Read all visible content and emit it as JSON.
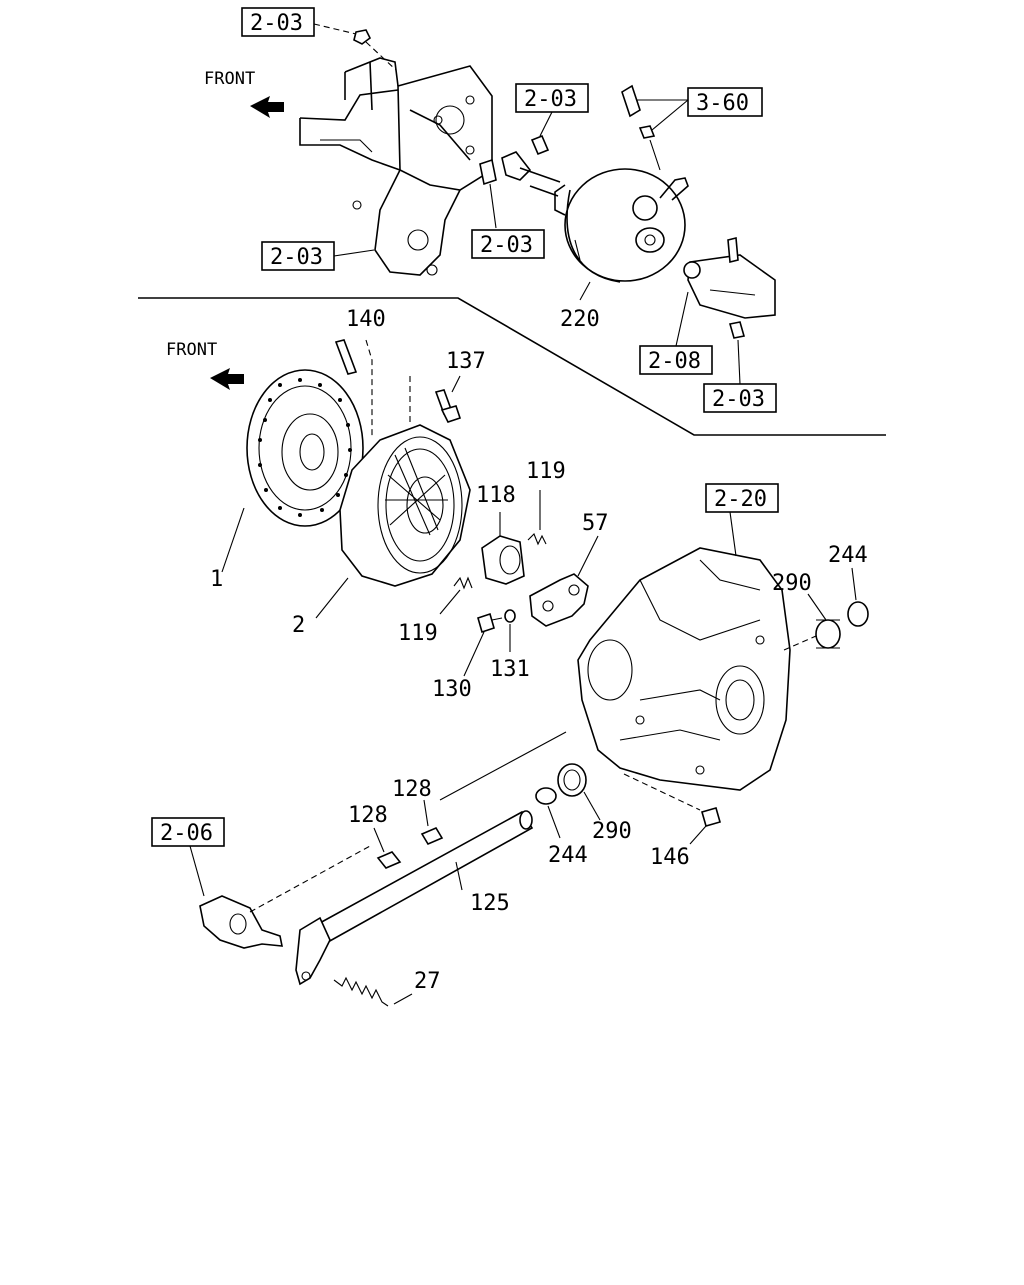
{
  "front_label": "FRONT",
  "references": [
    "2-03",
    "3-60",
    "2-08",
    "2-20",
    "2-06"
  ],
  "part_numbers": [
    "220",
    "140",
    "137",
    "119",
    "118",
    "57",
    "1",
    "2",
    "131",
    "130",
    "290",
    "244",
    "128",
    "125",
    "146",
    "27"
  ]
}
